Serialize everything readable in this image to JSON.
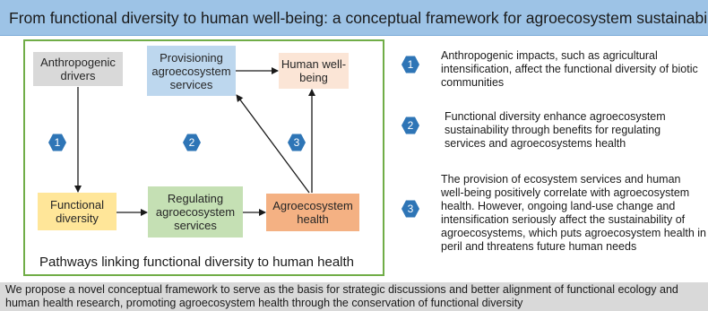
{
  "title": "From functional diversity to human well-being: a conceptual framework for agroecosystem sustainability",
  "diagram": {
    "nodes": {
      "anthropogenic_drivers": "Anthropogenic drivers",
      "provisioning_services": "Provisioning agroecosystem services",
      "human_wellbeing": "Human well-being",
      "functional_diversity": "Functional diversity",
      "regulating_services": "Regulating agroecosystem services",
      "agroecosystem_health": "Agroecosystem health"
    },
    "markers": [
      "1",
      "2",
      "3"
    ],
    "caption": "Pathways linking functional diversity to human health"
  },
  "descriptions": [
    {
      "marker": "1",
      "text": "Anthropogenic impacts, such as agricultural intensification, affect the functional diversity of biotic communities"
    },
    {
      "marker": "2",
      "text": "Functional diversity enhance agroecosystem sustainability through benefits for regulating services and agroecosystems health"
    },
    {
      "marker": "3",
      "text": "The provision of ecosystem services and human well-being positively correlate with agroecosystem health. However, ongoing land-use change and intensification seriously affect the sustainability of agroecosystems, which puts agroecosystem health in peril and threatens future human needs"
    }
  ],
  "footer": "We propose a novel conceptual framework to serve as the basis for strategic discussions and better alignment of functional ecology and human health research, promoting agroecosystem health through the conservation of functional diversity",
  "colors": {
    "title_bg": "#9dc3e6",
    "frame_border": "#70ad47",
    "marker_fill": "#2e75b6",
    "anthropogenic_drivers": "#d9d9d9",
    "provisioning_services": "#bdd7ee",
    "human_wellbeing": "#fbe5d6",
    "functional_diversity": "#ffe699",
    "regulating_services": "#c5e0b4",
    "agroecosystem_health": "#f4b183",
    "footer_bg": "#d9d9d9"
  }
}
